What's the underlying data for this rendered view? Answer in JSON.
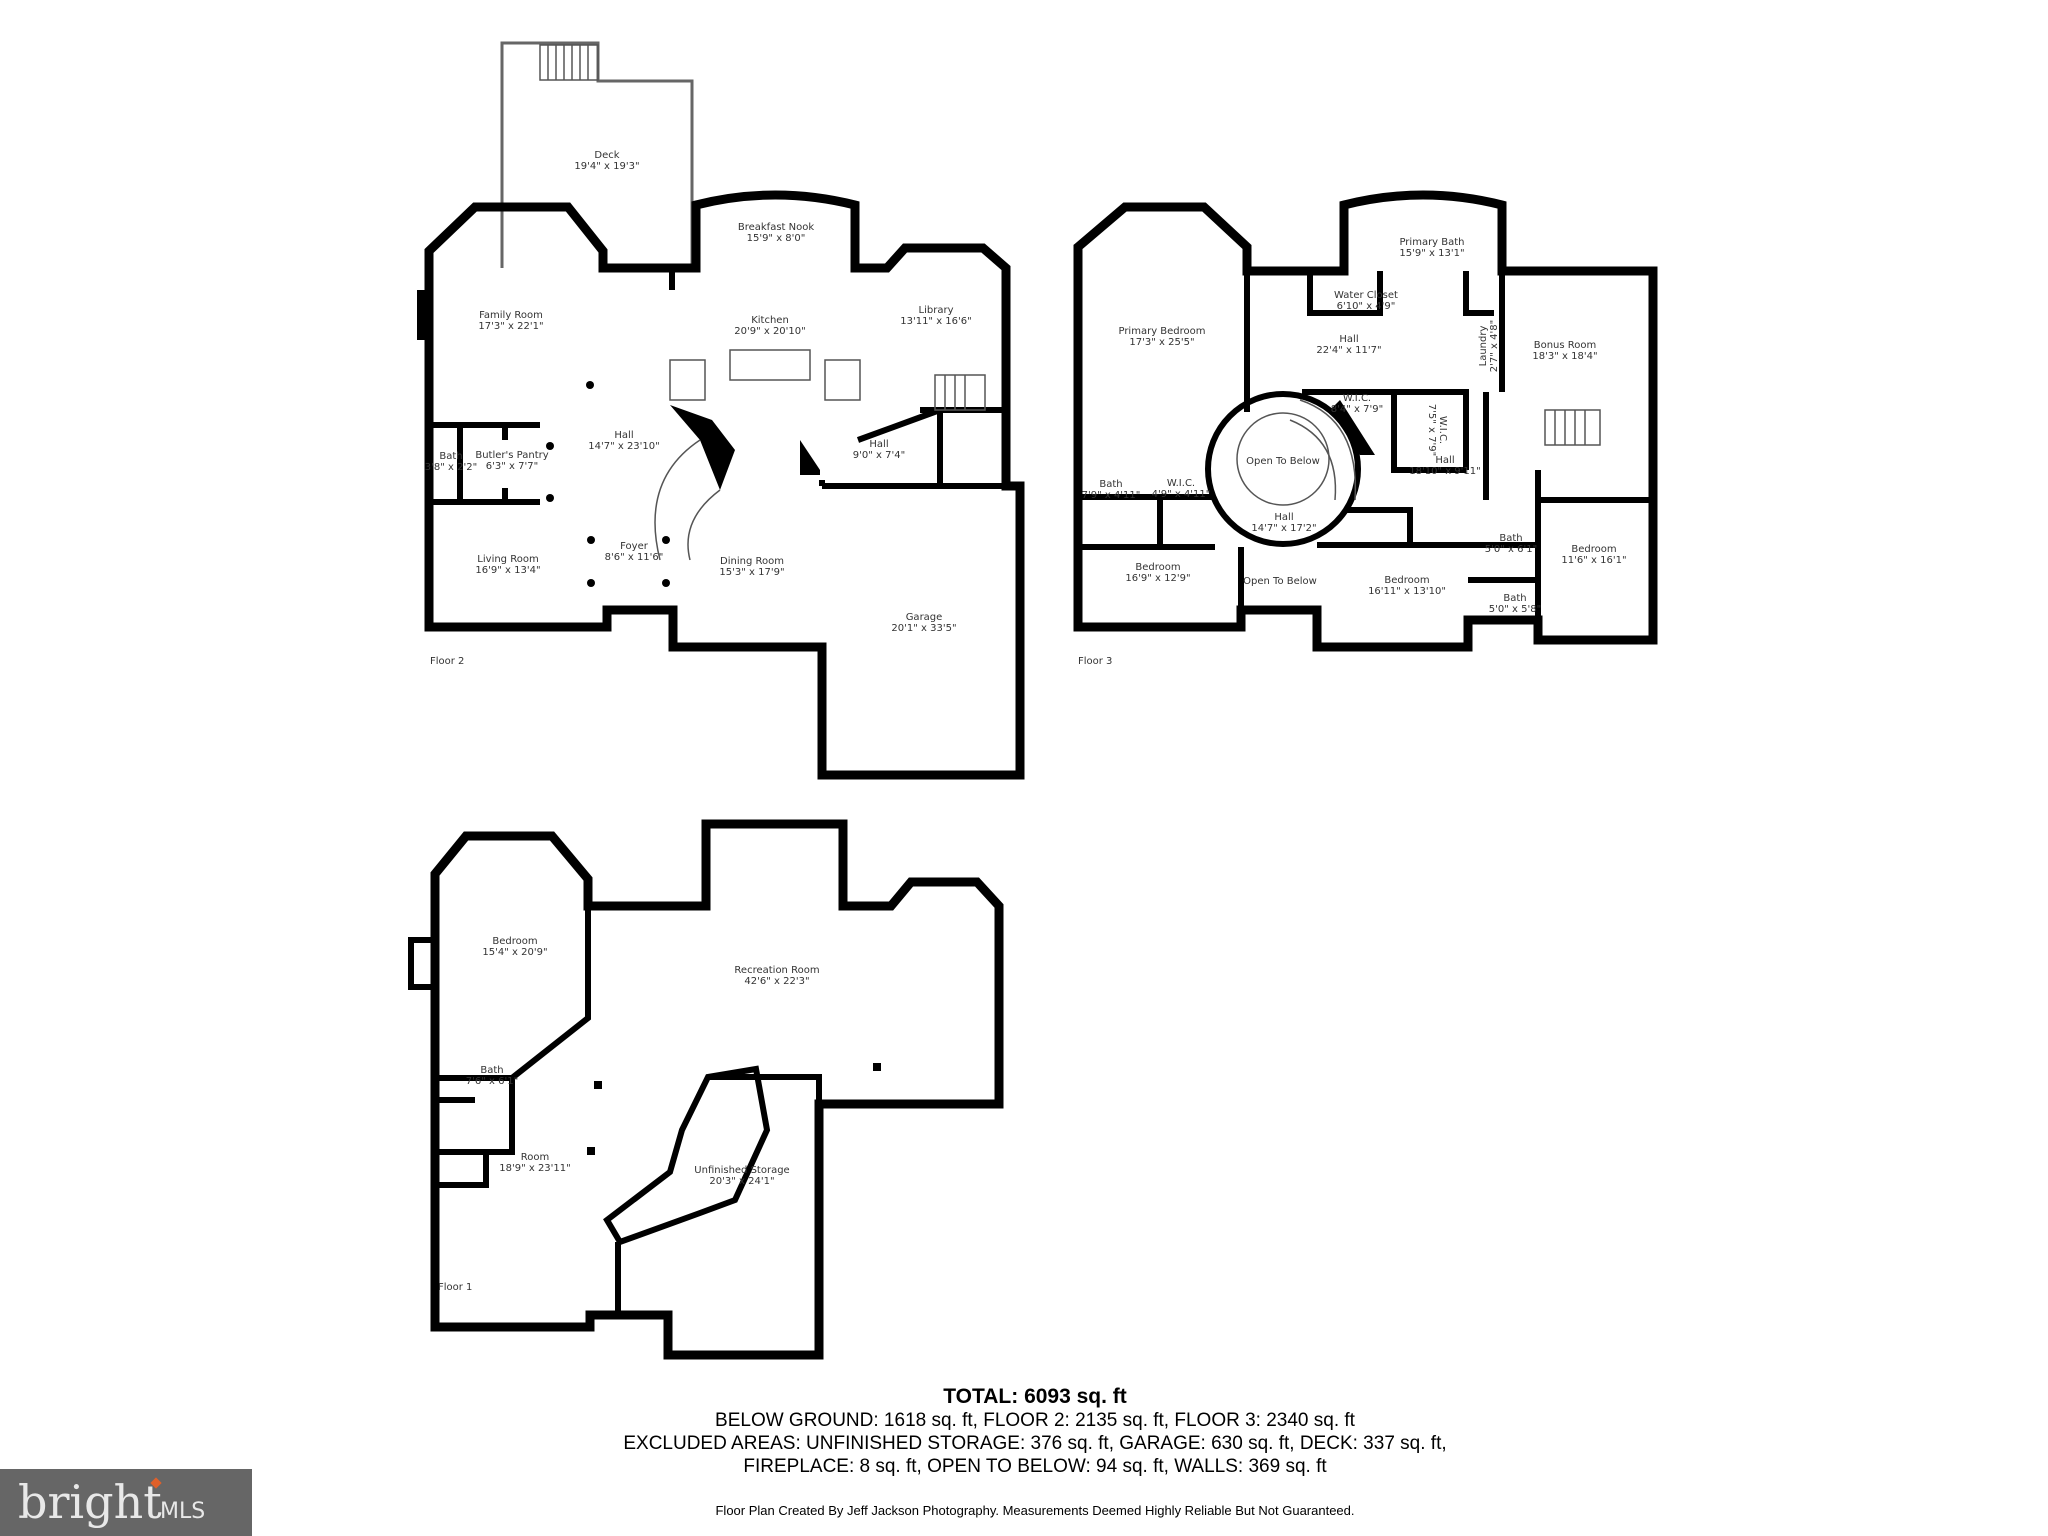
{
  "floor2": {
    "label": "Floor 2",
    "rooms": [
      {
        "name": "Deck",
        "dims": "19'4\" x 19'3\""
      },
      {
        "name": "Breakfast Nook",
        "dims": "15'9\" x 8'0\""
      },
      {
        "name": "Family Room",
        "dims": "17'3\" x 22'1\""
      },
      {
        "name": "Kitchen",
        "dims": "20'9\" x 20'10\""
      },
      {
        "name": "Library",
        "dims": "13'11\" x 16'6\""
      },
      {
        "name": "Hall",
        "dims": "14'7\" x 23'10\""
      },
      {
        "name": "Butler's Pantry",
        "dims": "6'3\" x 7'7\""
      },
      {
        "name": "Bath",
        "dims": "3'8\" x 2'2\""
      },
      {
        "name": "Hall",
        "dims": "9'0\" x 7'4\""
      },
      {
        "name": "Living Room",
        "dims": "16'9\" x 13'4\""
      },
      {
        "name": "Foyer",
        "dims": "8'6\" x 11'6\""
      },
      {
        "name": "Dining Room",
        "dims": "15'3\" x 17'9\""
      },
      {
        "name": "Garage",
        "dims": "20'1\" x 33'5\""
      }
    ]
  },
  "floor3": {
    "label": "Floor 3",
    "rooms": [
      {
        "name": "Primary Bath",
        "dims": "15'9\" x 13'1\""
      },
      {
        "name": "Water Closet",
        "dims": "6'10\" x 4'9\""
      },
      {
        "name": "Primary Bedroom",
        "dims": "17'3\" x 25'5\""
      },
      {
        "name": "Hall",
        "dims": "22'4\" x 11'7\""
      },
      {
        "name": "Laundry",
        "dims": "2'7\" x 4'8\""
      },
      {
        "name": "Bonus Room",
        "dims": "18'3\" x 18'4\""
      },
      {
        "name": "W.I.C.",
        "dims": "8'4\" x 7'9\""
      },
      {
        "name": "W.I.C.",
        "dims": "7'5\" x 7'9\""
      },
      {
        "name": "Open To Below",
        "dims": ""
      },
      {
        "name": "Hall",
        "dims": "18'10\" x 9'11\""
      },
      {
        "name": "Bath",
        "dims": "7'9\" x 4'11\""
      },
      {
        "name": "W.I.C.",
        "dims": "4'9\" x 4'11\""
      },
      {
        "name": "Hall",
        "dims": "14'7\" x 17'2\""
      },
      {
        "name": "Bath",
        "dims": "5'0\" x 6'1\""
      },
      {
        "name": "Bedroom",
        "dims": "11'6\" x 16'1\""
      },
      {
        "name": "Bedroom",
        "dims": "16'9\" x 12'9\""
      },
      {
        "name": "Open To Below",
        "dims": ""
      },
      {
        "name": "Bedroom",
        "dims": "16'11\" x 13'10\""
      },
      {
        "name": "Bath",
        "dims": "5'0\" x 5'8\""
      }
    ]
  },
  "floor1": {
    "label": "Floor 1",
    "rooms": [
      {
        "name": "Bedroom",
        "dims": "15'4\" x 20'9\""
      },
      {
        "name": "Recreation Room",
        "dims": "42'6\" x 22'3\""
      },
      {
        "name": "Bath",
        "dims": "7'6\" x 6'1\""
      },
      {
        "name": "Room",
        "dims": "18'9\" x 23'11\""
      },
      {
        "name": "Unfinished Storage",
        "dims": "20'3\" x 24'1\""
      }
    ]
  },
  "summary": {
    "total": "TOTAL: 6093 sq. ft",
    "line1": "BELOW GROUND: 1618 sq. ft, FLOOR 2: 2135 sq. ft, FLOOR 3: 2340 sq. ft",
    "line2": "EXCLUDED AREAS: UNFINISHED STORAGE: 376 sq. ft, GARAGE: 630 sq. ft, DECK: 337 sq. ft,",
    "line3": "FIREPLACE: 8 sq. ft, OPEN TO BELOW: 94 sq. ft, WALLS: 369 sq. ft",
    "credit": "Floor Plan Created By Jeff Jackson Photography. Measurements Deemed Highly Reliable But Not Guaranteed."
  },
  "logo": {
    "brand": "bright",
    "suffix": "MLS",
    "accent": "#e0602a",
    "background": "#666666"
  }
}
